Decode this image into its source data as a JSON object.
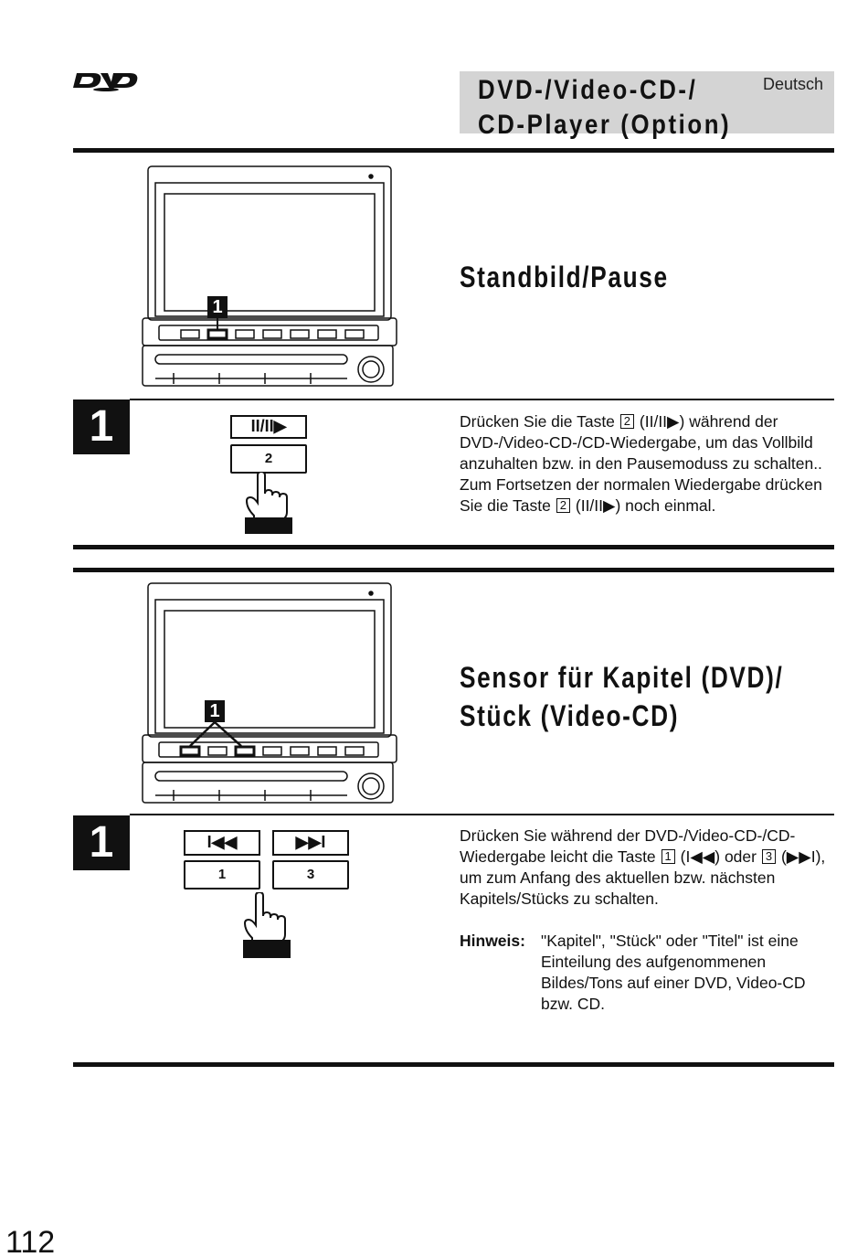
{
  "header": {
    "title_line1": "DVD-/Video-CD-/",
    "title_line2": "CD-Player (Option)",
    "language": "Deutsch"
  },
  "icons": {
    "logo": "dvd-logo",
    "device": "head-unit-illustration",
    "hand": "pointing-hand-icon"
  },
  "section1": {
    "title": "Standbild/Pause",
    "callout": "1",
    "step_number": "1",
    "button_symbol": "II/II▶",
    "button_number": "2",
    "text": {
      "p1": "Drücken Sie die Taste",
      "key1": "2",
      "p2": "(II/II▶) während der DVD-/Video-CD-/CD-Wiedergabe, um das Vollbild anzuhalten bzw. in den Pausemoduss zu schalten.. Zum Fortsetzen der normalen Wiedergabe drücken Sie die Taste",
      "key2": "2",
      "p3": "(II/II▶) noch einmal."
    }
  },
  "section2": {
    "title_line1": "Sensor für Kapitel (DVD)/",
    "title_line2": "Stück (Video-CD)",
    "callout": "1",
    "step_number": "1",
    "button_prev_symbol": "I◀◀",
    "button_prev_number": "1",
    "button_next_symbol": "▶▶I",
    "button_next_number": "3",
    "text": {
      "p1": "Drücken Sie während der DVD-/Video-CD-/CD-Wiedergabe leicht die Taste",
      "key1": "1",
      "p2": "(I◀◀) oder",
      "key2": "3",
      "p3": "(▶▶I), um zum Anfang des aktuellen bzw. nächsten Kapitels/Stücks zu schalten."
    },
    "note_label": "Hinweis:",
    "note_text": "\"Kapitel\", \"Stück\" oder \"Titel\" ist eine Einteilung des aufgenommenen Bildes/Tons auf einer DVD, Video-CD bzw. CD."
  },
  "page_number": "112"
}
